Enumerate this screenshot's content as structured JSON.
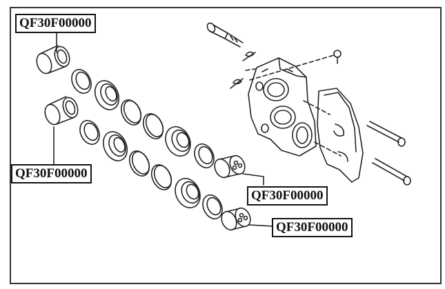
{
  "labels": {
    "top_left": "QF30F00000",
    "mid_left": "QF30F00000",
    "mid_right": "QF30F00000",
    "bottom_right": "QF30F00000"
  },
  "colors": {
    "ink": "#222222",
    "frame": "#333333"
  }
}
